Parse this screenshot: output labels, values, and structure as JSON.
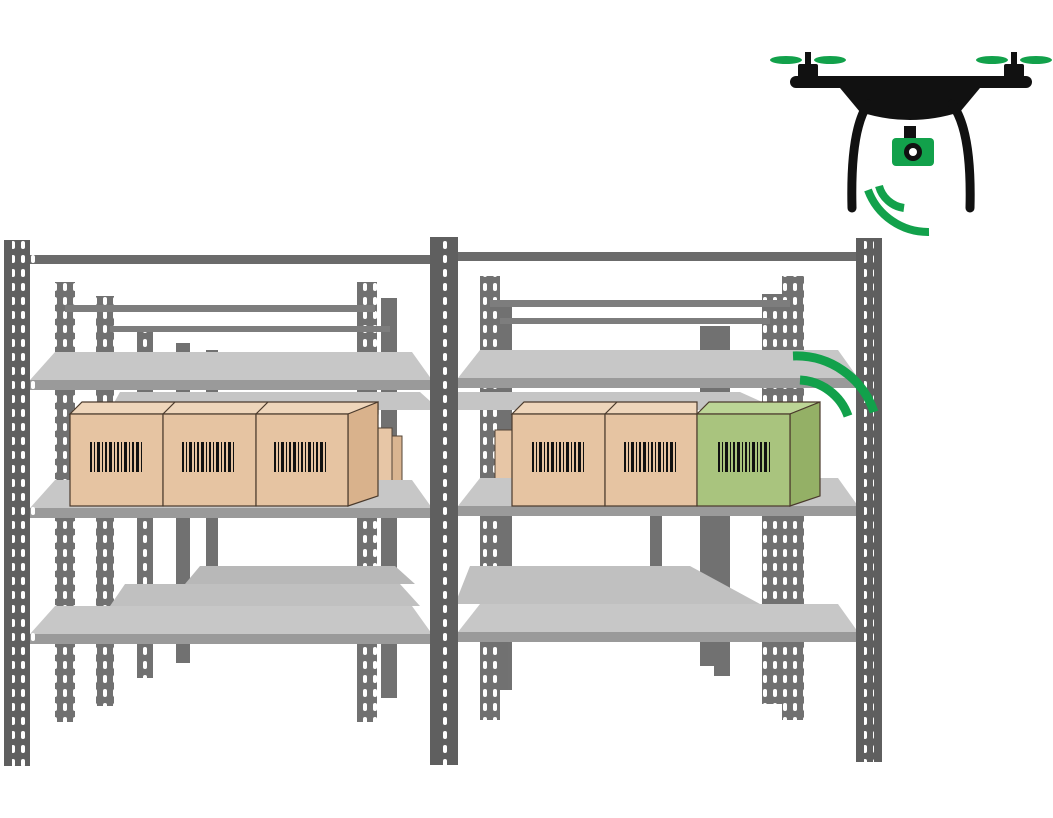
{
  "colors": {
    "background": "#ffffff",
    "post": "#5f5f5f",
    "post_hole": "#ffffff",
    "beam": "#6b6b6b",
    "shelf_top": "#c7c7c7",
    "shelf_edge": "#9a9a9a",
    "box_front": "#e6c4a2",
    "box_side": "#d9b28c",
    "box_top": "#efd6bb",
    "box_stroke": "#4a3a2c",
    "box_scanned_front": "#a9c47e",
    "box_scanned_side": "#94b066",
    "box_scanned_top": "#bcd596",
    "barcode": "#111111",
    "drone": "#111111",
    "accent_green": "#12a14b"
  },
  "icons": [
    "drone-icon",
    "camera-icon",
    "scan-signal-icon",
    "barcode-icon"
  ],
  "scene": {
    "racks": 2,
    "shelf_levels_per_rack": 3,
    "boxes_left_rack": 3,
    "boxes_right_rack": 3,
    "scanned_box_index_right_rack": 2
  }
}
